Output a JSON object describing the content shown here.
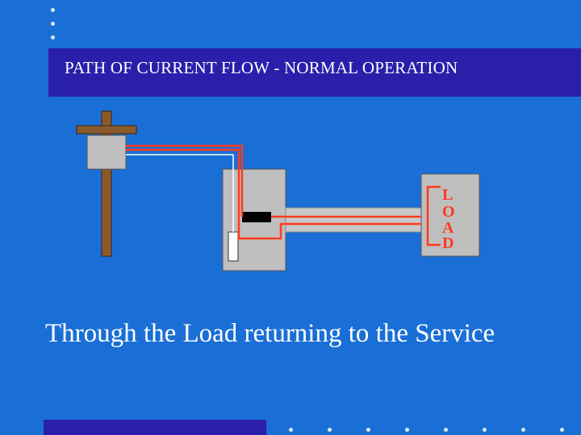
{
  "title": "PATH OF CURRENT FLOW - NORMAL OPERATION",
  "caption": "Through the Load returning to the Service",
  "load_letters": [
    "L",
    "O",
    "A",
    "D"
  ],
  "colors": {
    "background": "#1a6fd6",
    "title_bar": "#2a1faa",
    "current_path": "#ff3b1f",
    "neutral_wire": "#ffffff",
    "pole": "#8b5a2b",
    "panel": "#bfbfbf"
  },
  "icons": {
    "decorative_dots": "bullet-dot"
  }
}
